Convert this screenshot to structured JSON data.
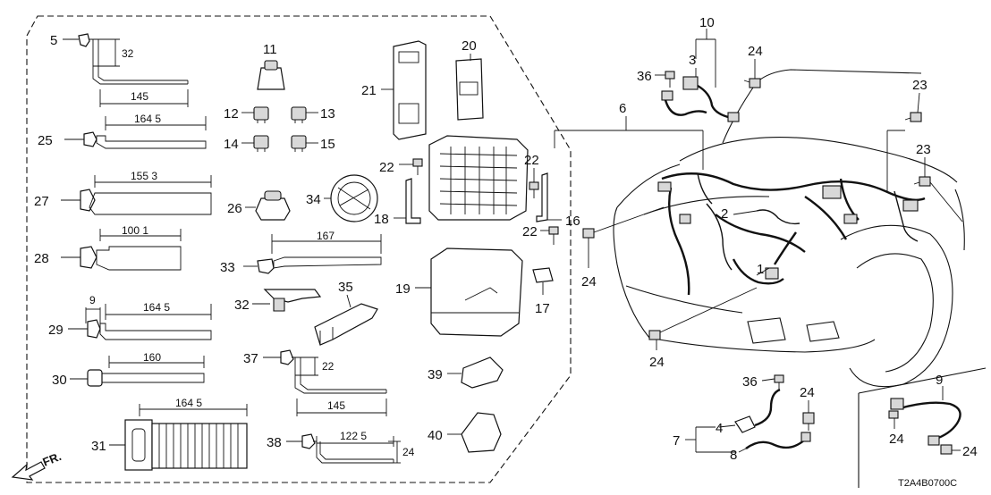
{
  "diagram_code": "T2A4B0700C",
  "direction_label": "FR.",
  "callouts": {
    "n1": "1",
    "n2": "2",
    "n3": "3",
    "n4": "4",
    "n5": "5",
    "n6": "6",
    "n7": "7",
    "n8": "8",
    "n9": "9",
    "n10": "10",
    "n11": "11",
    "n12": "12",
    "n13": "13",
    "n14": "14",
    "n15": "15",
    "n16": "16",
    "n17": "17",
    "n18": "18",
    "n19": "19",
    "n20": "20",
    "n21": "21",
    "n22": "22",
    "n23": "23",
    "n24": "24",
    "n25": "25",
    "n26": "26",
    "n27": "27",
    "n28": "28",
    "n29": "29",
    "n30": "30",
    "n31": "31",
    "n32": "32",
    "n33": "33",
    "n34": "34",
    "n35": "35",
    "n36": "36",
    "n37": "37",
    "n38": "38",
    "n39": "39",
    "n40": "40"
  },
  "dimensions": {
    "d5_height": "32",
    "d5_length": "145",
    "d25_length": "164 5",
    "d27_length": "155 3",
    "d28_length": "100 1",
    "d29_offset": "9",
    "d29_length": "164 5",
    "d30_length": "160",
    "d31_length": "164 5",
    "d33_length": "167",
    "d37_height": "22",
    "d37_length": "145",
    "d38_length": "122 5",
    "d38_height": "24"
  }
}
